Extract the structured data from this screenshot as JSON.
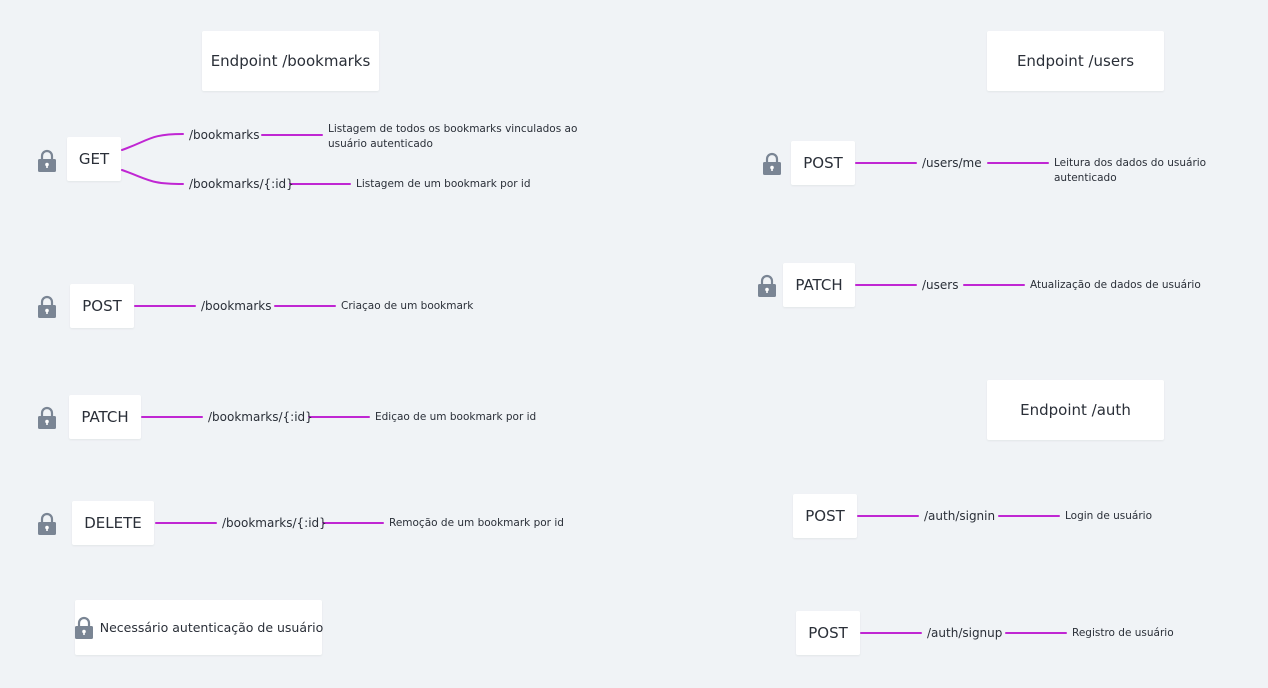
{
  "bookmarks": {
    "title": "Endpoint /bookmarks",
    "get": {
      "method": "GET",
      "routes": [
        {
          "path": "/bookmarks",
          "desc": "Listagem de todos os bookmarks vinculados ao usuário autenticado"
        },
        {
          "path": "/bookmarks/{:id}",
          "desc": "Listagem de um bookmark por id"
        }
      ]
    },
    "post": {
      "method": "POST",
      "path": "/bookmarks",
      "desc": "Criaçao de um bookmark"
    },
    "patch": {
      "method": "PATCH",
      "path": "/bookmarks/{:id}",
      "desc": "Ediçao de um bookmark por id"
    },
    "delete": {
      "method": "DELETE",
      "path": "/bookmarks/{:id}",
      "desc": "Remoção de um bookmark por id"
    }
  },
  "users": {
    "title": "Endpoint /users",
    "post": {
      "method": "POST",
      "path": "/users/me",
      "desc": "Leitura dos dados do usuário autenticado"
    },
    "patch": {
      "method": "PATCH",
      "path": "/users",
      "desc": "Atualização de dados de usuário"
    }
  },
  "auth": {
    "title": "Endpoint /auth",
    "signin": {
      "method": "POST",
      "path": "/auth/signin",
      "desc": "Login de usuário"
    },
    "signup": {
      "method": "POST",
      "path": "/auth/signup",
      "desc": "Registro de usuário"
    }
  },
  "legend": {
    "text": "Necessário autenticação de usuário",
    "icon": "lock-icon"
  },
  "colors": {
    "connector": "#c026d3",
    "lock": "#7a8594",
    "background": "#f0f3f6"
  }
}
